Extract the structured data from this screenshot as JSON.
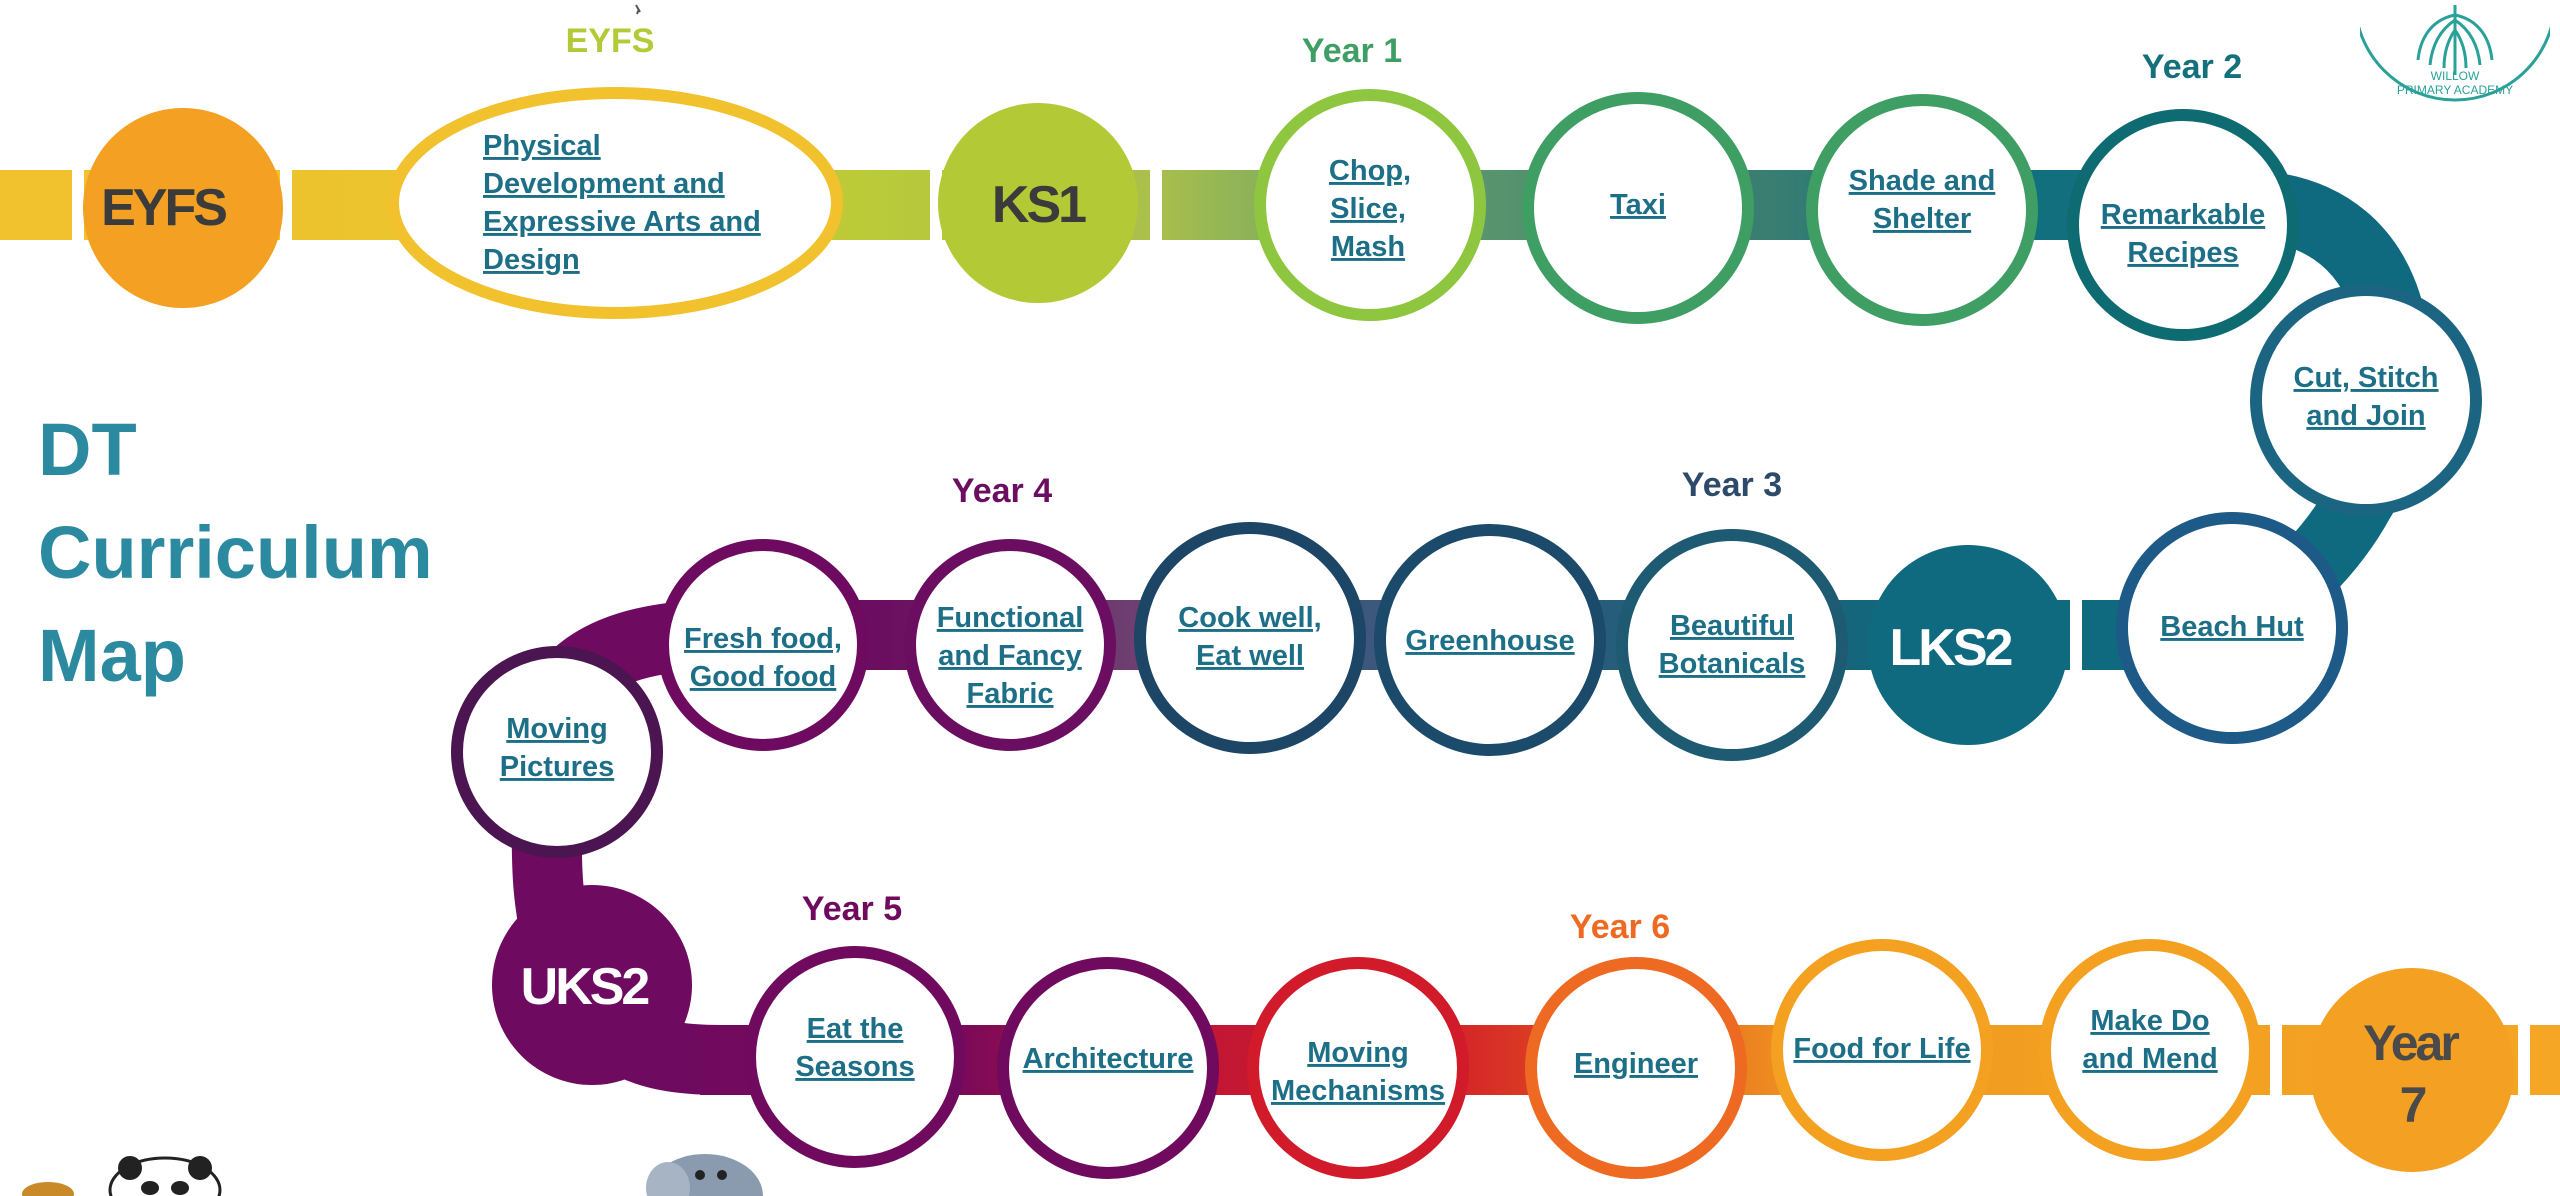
{
  "title": [
    "DT",
    "Curriculum",
    "Map"
  ],
  "logo": {
    "line1": "WILLOW",
    "line2": "PRIMARY ACADEMY"
  },
  "colors": {
    "eyfs_orange": "#f4a023",
    "eyfs_yellow": "#f1c22d",
    "ks1_green": "#b3c936",
    "year1_green": "#8ec63f",
    "year1_teal": "#3f9e63",
    "year2_teal": "#14707a",
    "lks2_teal": "#0f6a80",
    "year3_navy": "#1e4a6b",
    "year4_purple": "#6b0e61",
    "uks2_purple": "#6e0a60",
    "year5_purple": "#700a5e",
    "moving_red": "#d11a2a",
    "year6_orange": "#ee6a22",
    "year6_amber": "#f4a020",
    "link_text": "#1c6f86"
  },
  "key_stages": {
    "eyfs": "EYFS",
    "ks1": "KS1",
    "lks2": "LKS2",
    "uks2": "UKS2",
    "year7_line1": "Year",
    "year7_line2": "7"
  },
  "year_labels": {
    "eyfs": "EYFS",
    "year1": "Year 1",
    "year2": "Year 2",
    "year3": "Year 3",
    "year4": "Year 4",
    "year5": "Year 5",
    "year6": "Year 6"
  },
  "projects": {
    "eyfs_physical": [
      "Physical",
      "Development and",
      "Expressive Arts and",
      "Design"
    ],
    "chop_slice_mash": [
      "Chop,",
      "Slice,",
      "Mash"
    ],
    "taxi": [
      "Taxi"
    ],
    "shade_and_shelter": [
      "Shade and",
      "Shelter"
    ],
    "remarkable_recipes": [
      "Remarkable",
      "Recipes"
    ],
    "cut_stitch_join": [
      "Cut, Stitch",
      "and Join"
    ],
    "beach_hut": [
      "Beach Hut"
    ],
    "beautiful_botanicals": [
      "Beautiful",
      "Botanicals"
    ],
    "greenhouse": [
      "Greenhouse"
    ],
    "cook_well_eat_well": [
      "Cook well,",
      "Eat well"
    ],
    "functional_fancy_fabric": [
      "Functional",
      "and Fancy",
      "Fabric"
    ],
    "fresh_food_good_food": [
      "Fresh food,",
      "Good food"
    ],
    "moving_pictures": [
      "Moving",
      "Pictures"
    ],
    "eat_the_seasons": [
      "Eat the",
      "Seasons"
    ],
    "architecture": [
      "Architecture"
    ],
    "moving_mechanisms": [
      "Moving",
      "Mechanisms"
    ],
    "engineer": [
      "Engineer"
    ],
    "food_for_life": [
      "Food for Life"
    ],
    "make_do_and_mend": [
      "Make Do",
      "and Mend"
    ]
  }
}
